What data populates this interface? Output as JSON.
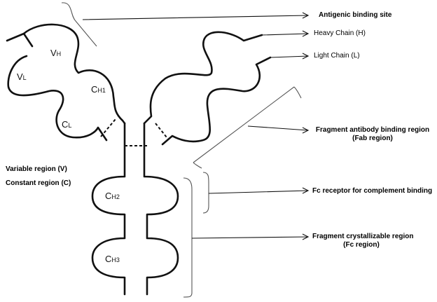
{
  "domains": {
    "vh_sub": "H",
    "vl_sub": "L",
    "ch1_sub": "H1",
    "cl_sub": "L",
    "ch2_sub": "H2",
    "ch3_sub": "H3"
  },
  "labels": {
    "antigenic_site": "Antigenic binding site",
    "heavy_chain": "Heavy Chain (H)",
    "light_chain": "Light Chain (L)",
    "fab_line1": "Fragment antibody binding region",
    "fab_line2": "(Fab region)",
    "variable_region": "Variable region (V)",
    "constant_region": "Constant region (C)",
    "fc_receptor": "Fc receptor for complement binding",
    "fc_line1": "Fragment crystallizable region",
    "fc_line2": "(Fc region)"
  }
}
